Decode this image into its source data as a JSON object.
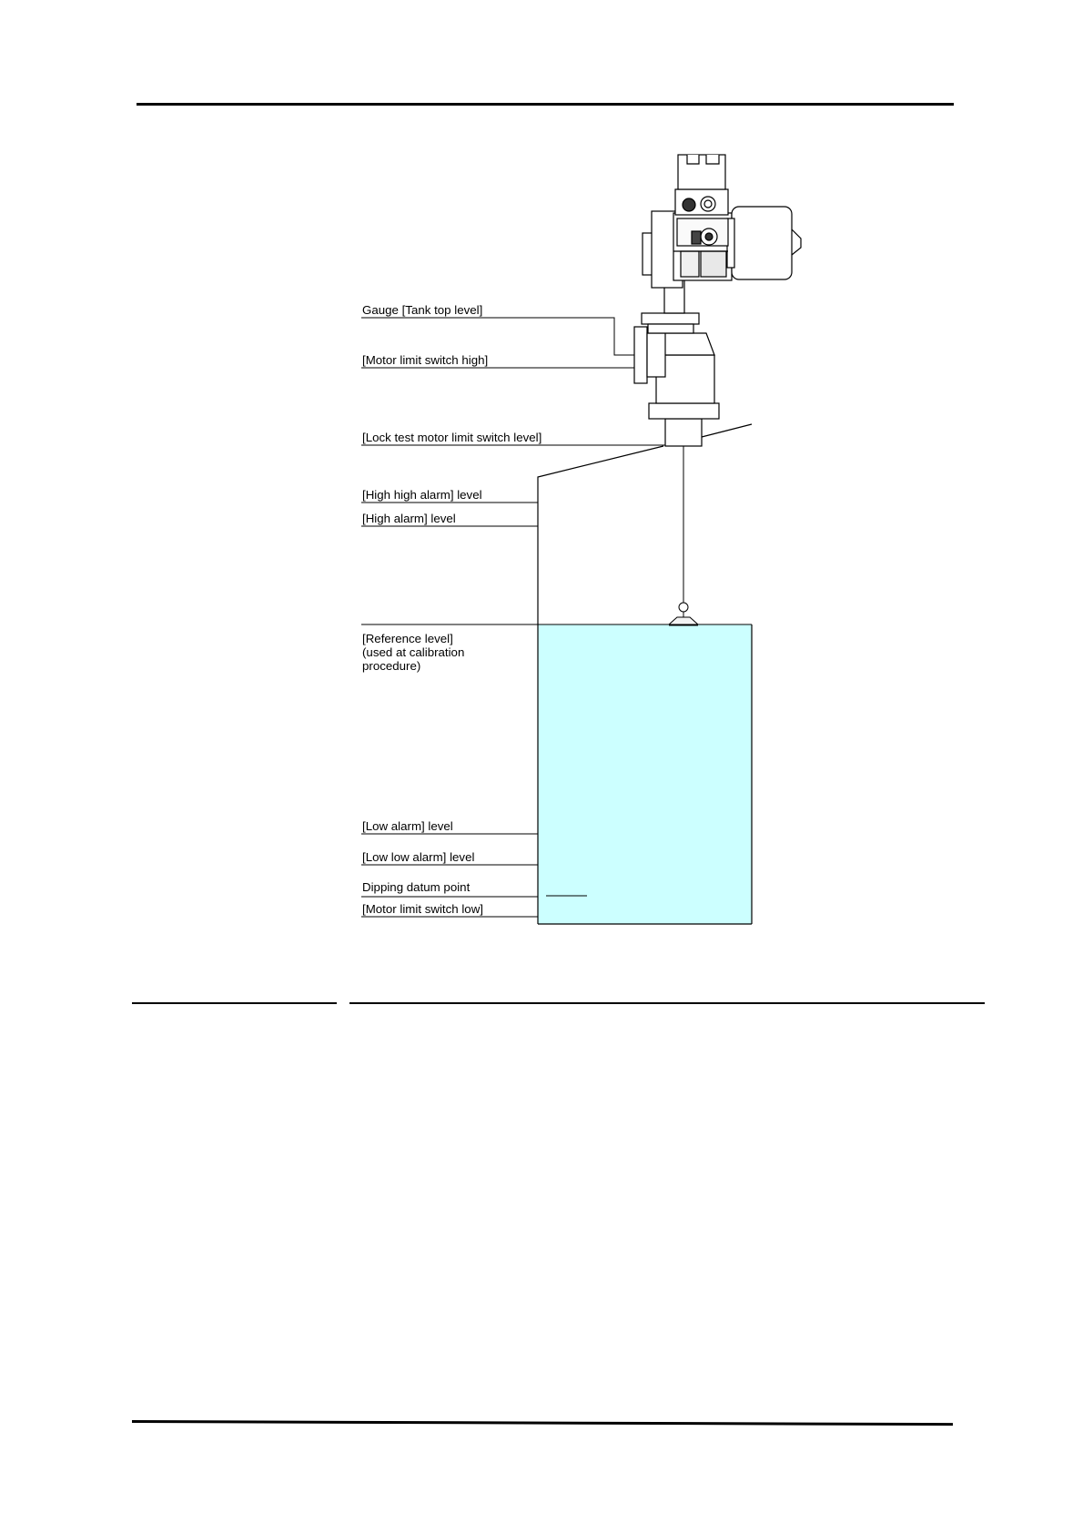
{
  "labels": {
    "gauge_tank_top": "Gauge [Tank top level]",
    "motor_limit_high": "[Motor limit switch high]",
    "lock_test_motor_limit": "[Lock test motor limit switch level]",
    "high_high_alarm": "[High high alarm] level",
    "high_alarm": "[High alarm] level",
    "reference_level": "[Reference level]",
    "reference_note_1": "(used at calibration",
    "reference_note_2": "procedure)",
    "low_alarm": "[Low alarm] level",
    "low_low_alarm": "[Low low alarm] level",
    "dipping_datum": "Dipping datum point",
    "motor_limit_low": "[Motor limit switch low]"
  },
  "colors": {
    "liquid": "#ccffff",
    "line": "#000000"
  }
}
